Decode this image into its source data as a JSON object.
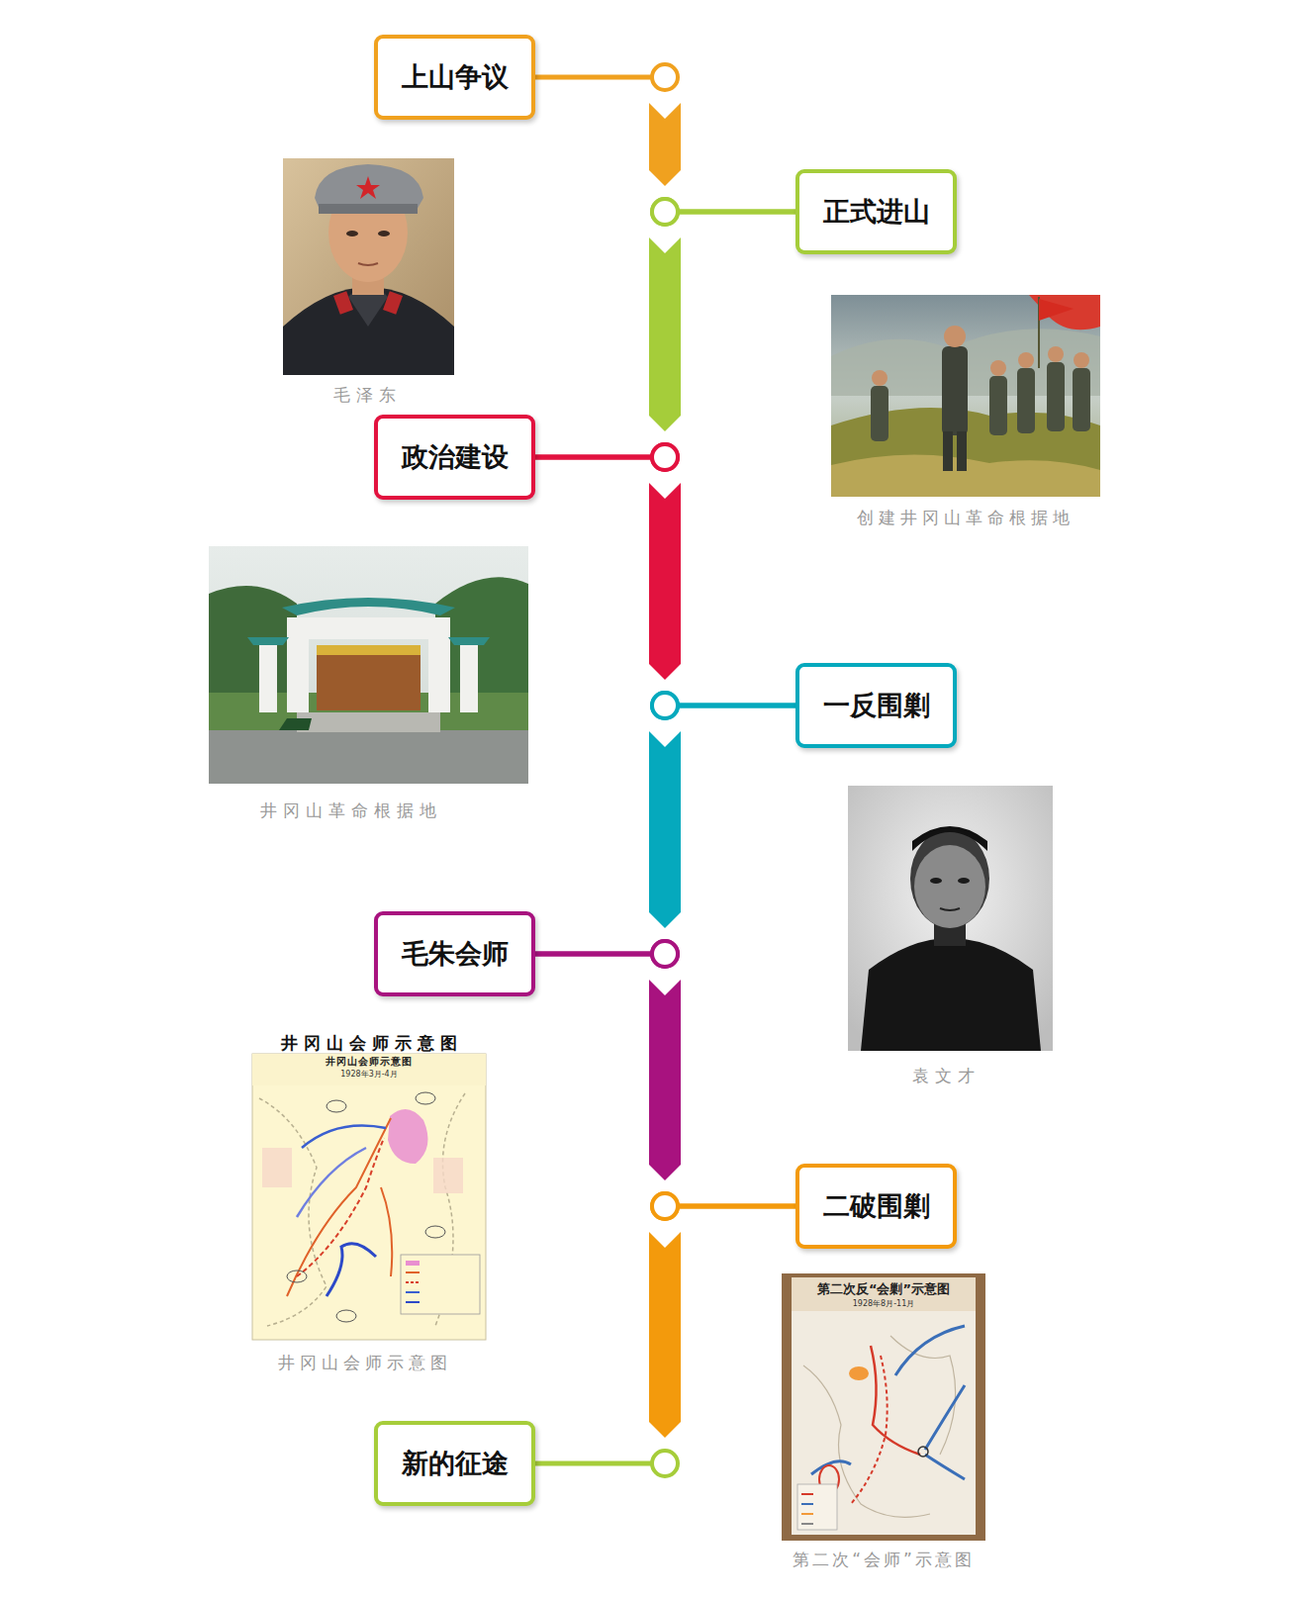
{
  "diagram": {
    "nodes": [
      {
        "text": [
          "上山争议"
        ]
      },
      {
        "text": [
          "正式进山"
        ]
      },
      {
        "text": [
          "政治建设"
        ]
      },
      {
        "text": [
          "一反围剿"
        ]
      },
      {
        "text": [
          "毛朱会师"
        ]
      },
      {
        "text": [
          "二破围剿"
        ]
      },
      {
        "text": [
          "新的征途"
        ]
      }
    ],
    "edges": [
      {
        "from": 0,
        "to": 1,
        "arrow": "to"
      },
      {
        "from": 1,
        "to": 2,
        "arrow": "to"
      },
      {
        "from": 2,
        "to": 3,
        "arrow": "to"
      },
      {
        "from": 3,
        "to": 4,
        "arrow": "to"
      },
      {
        "from": 4,
        "to": 5,
        "arrow": "to"
      },
      {
        "from": 5,
        "to": 6,
        "arrow": "to"
      }
    ],
    "labels": [
      "毛泽东",
      "创建井冈山革命根据地",
      "井冈山革命根据地",
      "袁文才",
      "井 冈 山 会 师 示 意 图",
      "井冈山会师示意图",
      "1928年3月-4月",
      "井冈山会师示意图",
      "第二次反“会剿”示意图",
      "1928年8月-11月",
      "第二次“会师”示意图"
    ]
  }
}
